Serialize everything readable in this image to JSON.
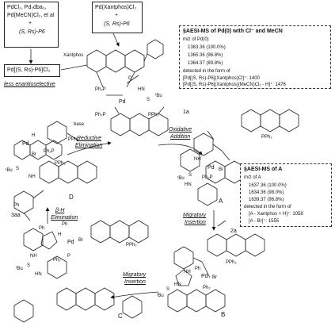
{
  "precursor_box": {
    "line1": "PdCl₂, Pd₂dba₃,",
    "line2": "Pd(MeCN)Cl₂, et al",
    "plus": "+",
    "ligand": "(S, Rs)-P6"
  },
  "xantphos_box": {
    "line1": "Pd(Xantphos)Cl₂",
    "plus": "+",
    "ligand": "(S, Rs)-P6"
  },
  "pd_p6_box": {
    "label": "Pd[(S, Rs)-P6]Cl₂"
  },
  "less_selective_note": "less enantioselective",
  "xantphos_arrow_label": "Xantphos",
  "esi_pd0": {
    "title": "§AESI-MS of Pd(0) with Cl⁻ and MeCN",
    "mz_label": "m/z of Pd(0)",
    "peaks": [
      "1363.36 (100.0%)",
      "1365.36 (96.8%)",
      "1364.37 (89.8%)"
    ],
    "detected": "detected in the form of",
    "forms": [
      "[Pd[(S, Rs)-P6](Xantphos)Cl]⁺: 1400",
      "[Pd[(S, Rs)-P6](Xantphos)(MeCN)Cl₂ - H]⁺: 1476"
    ]
  },
  "esi_a": {
    "title": "§AESI-MS of A",
    "mz_label": "m/z of A",
    "peaks": [
      "1637.36 (100.0%)",
      "1634.36 (98.0%)",
      "1639.37 (96.8%)"
    ],
    "detected": "detected in the form of",
    "forms": [
      "[A - Xantphos + H]⁺: 1058",
      "[A - Br]⁺: 1555"
    ]
  },
  "steps": {
    "oxidative_addition": [
      "Oxidative",
      "Addition"
    ],
    "migratory_insertion_1": [
      "Migratory",
      "Insertion"
    ],
    "migratory_insertion_2": [
      "Migratory",
      "Insertion"
    ],
    "beta_h_elimination": [
      "β-H",
      "Elimination"
    ],
    "reductive_elimination": [
      "Reductive",
      "Elimination"
    ],
    "base": "base"
  },
  "compound_labels": {
    "a": "A",
    "b": "B",
    "c": "C",
    "d": "D"
  },
  "reagent_labels": {
    "r1a": "1a",
    "r2a": "2a",
    "p3aa": "3aa"
  },
  "atom_labels": {
    "pd0": "Pd",
    "pd_a": "Pd",
    "pd_b": "Pd",
    "pd_c": "Pd",
    "pd_d": "Pd",
    "ph2p": "Ph₂P",
    "pph2": "PPh₂",
    "ph2": "Ph₂",
    "p": "P",
    "o": "O",
    "s": "S",
    "tbu": "ᵗBu",
    "hn": "HN",
    "nh": "NH",
    "br": "Br",
    "h": "H",
    "ph": "Ph",
    "ppph2": "PPh₂"
  }
}
